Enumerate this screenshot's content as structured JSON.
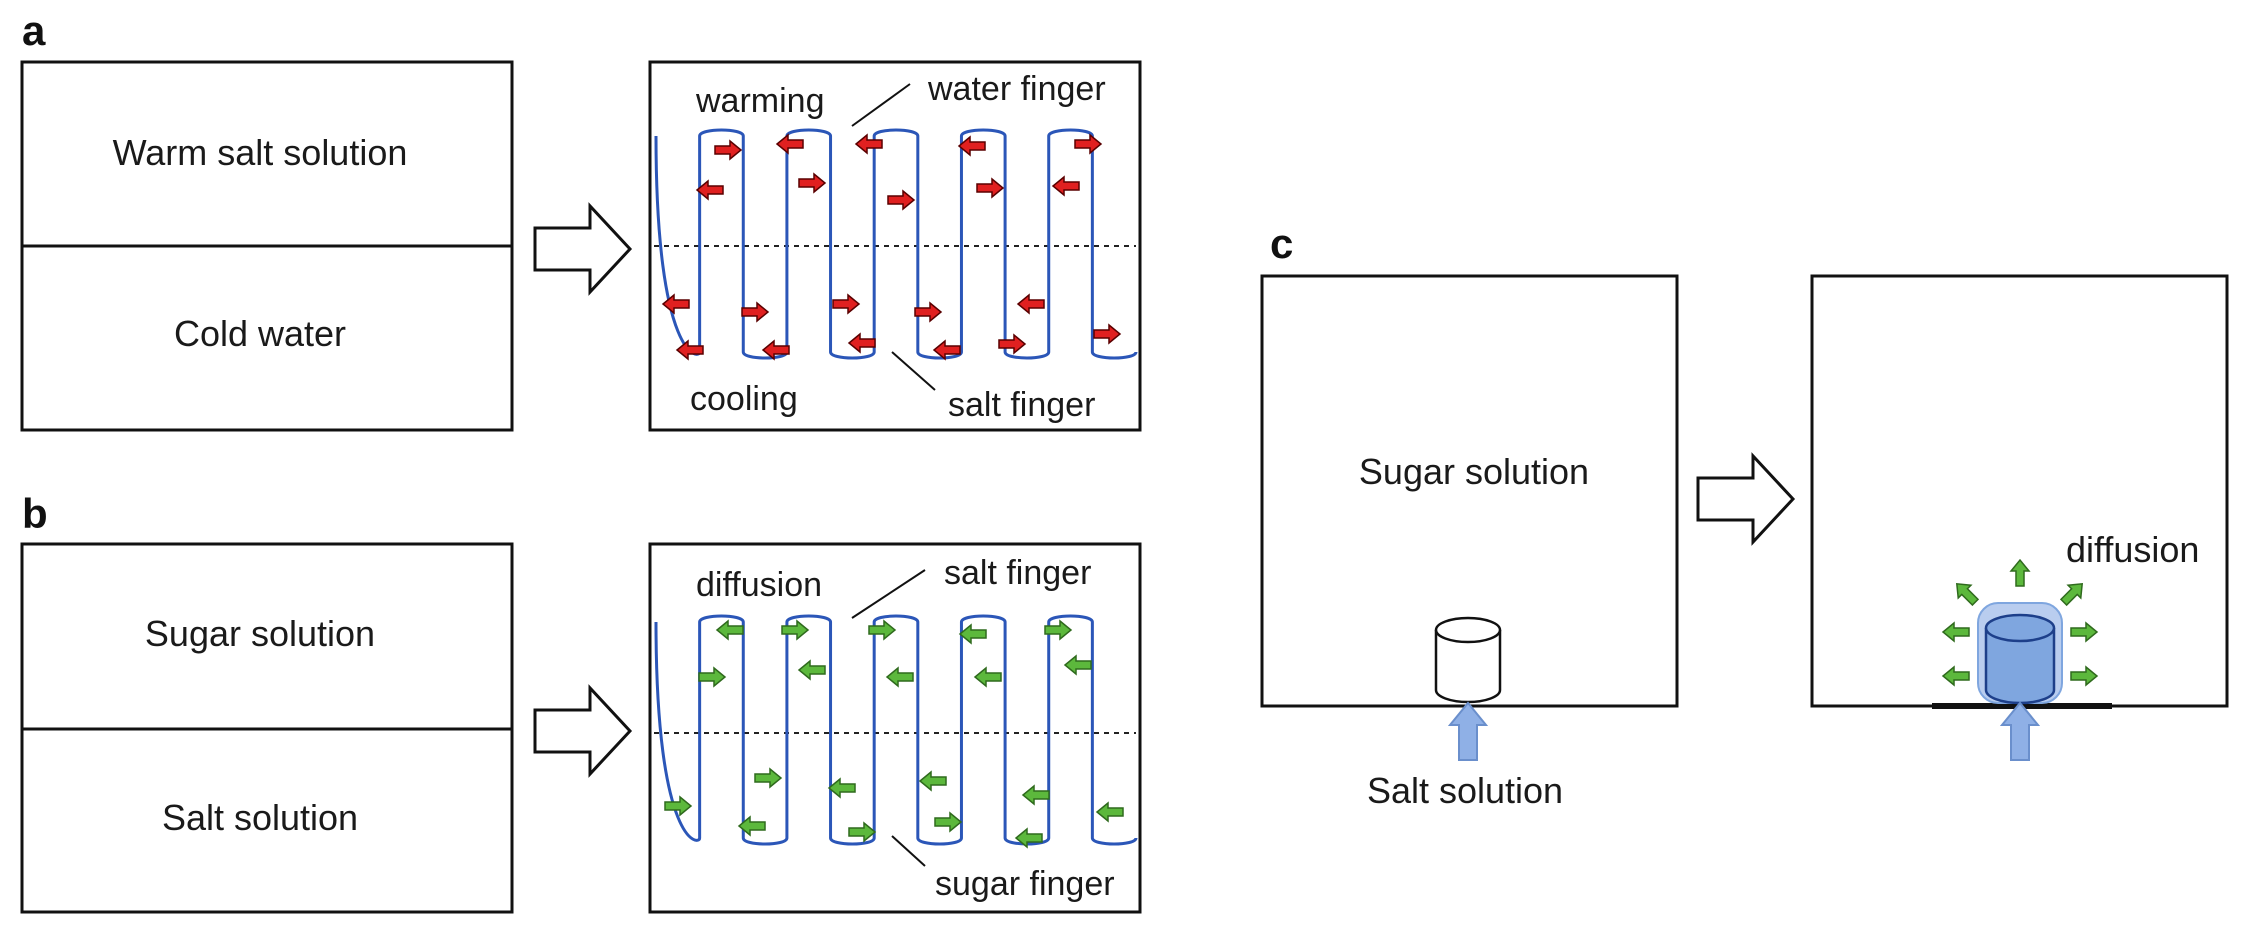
{
  "panels": {
    "a": {
      "letter": "a",
      "top_layer": "Warm salt solution",
      "bottom_layer": "Cold water",
      "label_upper": "warming",
      "label_lower": "cooling",
      "callout_upper": "water finger",
      "callout_lower": "salt finger",
      "arrow_color": "#e02020"
    },
    "b": {
      "letter": "b",
      "top_layer": "Sugar solution",
      "bottom_layer": "Salt solution",
      "label_upper": "diffusion",
      "callout_upper": "salt finger",
      "callout_lower": "sugar finger",
      "arrow_color": "#5cb83c"
    },
    "c": {
      "letter": "c",
      "box_label": "Sugar solution",
      "inlet_label": "Salt solution",
      "diffusion_label": "diffusion",
      "inlet_arrow_color": "#8fb0e6",
      "cylinder_fill": "#7fa6df",
      "arrow_color": "#5cb83c"
    }
  },
  "colors": {
    "finger_line": "#2b56b8"
  }
}
